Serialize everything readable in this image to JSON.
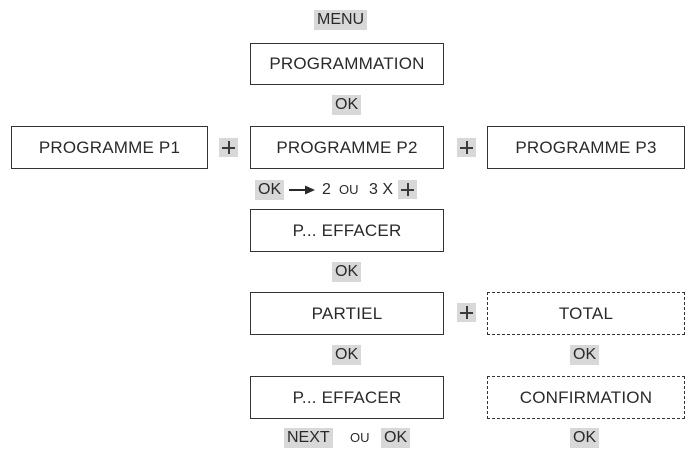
{
  "labels": {
    "menu": "MENU",
    "programmation": "PROGRAMMATION",
    "ok": "OK",
    "programme_p1": "PROGRAMME P1",
    "programme_p2": "PROGRAMME P2",
    "programme_p3": "PROGRAMME P3",
    "two": "2",
    "ou": "OU",
    "three_x": "3 X",
    "p_effacer": "P... EFFACER",
    "partiel": "PARTIEL",
    "total": "TOTAL",
    "confirmation": "CONFIRMATION",
    "next": "NEXT"
  },
  "colors": {
    "key_background": "#d8d8d8",
    "border": "#333333",
    "text": "#2a2a2a"
  }
}
